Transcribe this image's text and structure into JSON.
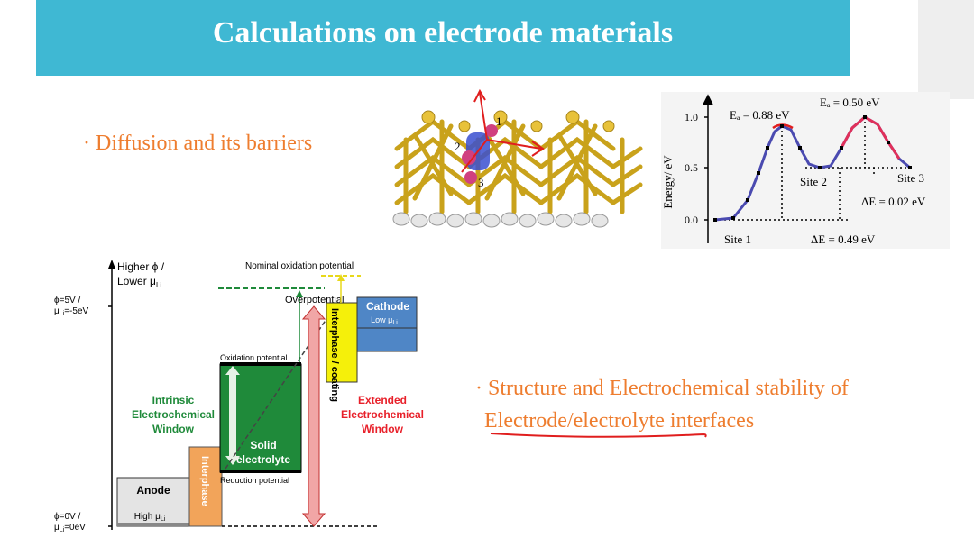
{
  "title": "Calculations on electrode materials",
  "bullets": {
    "diffusion": "Diffusion and its barriers",
    "structure_line1": "Structure and Electrochemical stability of",
    "structure_line2": "Electrode/electrolyte interfaces"
  },
  "lattice_labels": {
    "site1": "1",
    "site2": "2",
    "site3": "3"
  },
  "energy_plot": {
    "ylabel": "Energy/ eV",
    "ticks": [
      "1.0",
      "0.5",
      "0.0"
    ],
    "ea1": "Eₐ = 0.88 eV",
    "ea2": "Eₐ = 0.50 eV",
    "site1": "Site 1",
    "site2": "Site 2",
    "site3": "Site 3",
    "de1": "ΔE = 0.02 eV",
    "de2": "ΔE = 0.49 eV"
  },
  "window_diagram": {
    "axis_top_line1": "Higher ϕ /",
    "axis_top_line2": "Lower μ",
    "axis_top_sub": "Li",
    "left_5v_line1": "ϕ=5V /",
    "left_5v_line2": "μ",
    "left_5v_sub": "Li",
    "left_5v_tail": "=-5eV",
    "left_0v_line1": "ϕ=0V /",
    "left_0v_line2": "μ",
    "left_0v_sub": "Li",
    "left_0v_tail": "=0eV",
    "nominal": "Nominal oxidation potential",
    "overpotential": "Overpotential",
    "cathode": "Cathode",
    "cathode_sub": "Low μ",
    "cathode_sub2": "Li",
    "interphase_coating": "Interphase / coating",
    "oxidation": "Oxidation potential",
    "intrinsic_1": "Intrinsic",
    "intrinsic_2": "Electrochemical",
    "intrinsic_3": "Window",
    "extended_1": "Extended",
    "extended_2": "Electrochemical",
    "extended_3": "Window",
    "solid_1": "Solid",
    "solid_2": "electrolyte",
    "reduction": "Reduction potential",
    "interphase": "Interphase",
    "anode": "Anode",
    "anode_sub": "High μ",
    "anode_sub2": "Li"
  },
  "colors": {
    "title_bar": "#3fb8d3",
    "bullet_text": "#ee7d2f",
    "solid_green": "#1f8a3a",
    "cathode_blue": "#4f86c6",
    "interphase_orange": "#f2a45a",
    "coating_yellow": "#f5f00a",
    "extended_red": "#e8202a",
    "intrinsic_green": "#1f8a3a"
  }
}
